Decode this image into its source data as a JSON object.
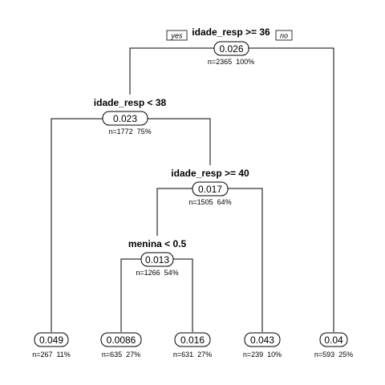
{
  "yes_label": "yes",
  "no_label": "no",
  "nodes": [
    {
      "id": "root",
      "value": "0.026",
      "stats": "n=2365  100%",
      "split": "idade_resp >= 36"
    },
    {
      "id": "n1",
      "value": "0.023",
      "stats": "n=1772  75%",
      "split": "idade_resp < 38"
    },
    {
      "id": "n2",
      "value": "0.017",
      "stats": "n=1505  64%",
      "split": "idade_resp >= 40"
    },
    {
      "id": "n3",
      "value": "0.013",
      "stats": "n=1266  54%",
      "split": "menina < 0.5"
    },
    {
      "id": "leaf1",
      "value": "0.049",
      "stats": "n=267  11%",
      "split": ""
    },
    {
      "id": "leaf2",
      "value": "0.0086",
      "stats": "n=635  27%",
      "split": ""
    },
    {
      "id": "leaf3",
      "value": "0.016",
      "stats": "n=631  27%",
      "split": ""
    },
    {
      "id": "leaf4",
      "value": "0.043",
      "stats": "n=239  10%",
      "split": ""
    },
    {
      "id": "leaf5",
      "value": "0.04",
      "stats": "n=593  25%",
      "split": ""
    }
  ]
}
